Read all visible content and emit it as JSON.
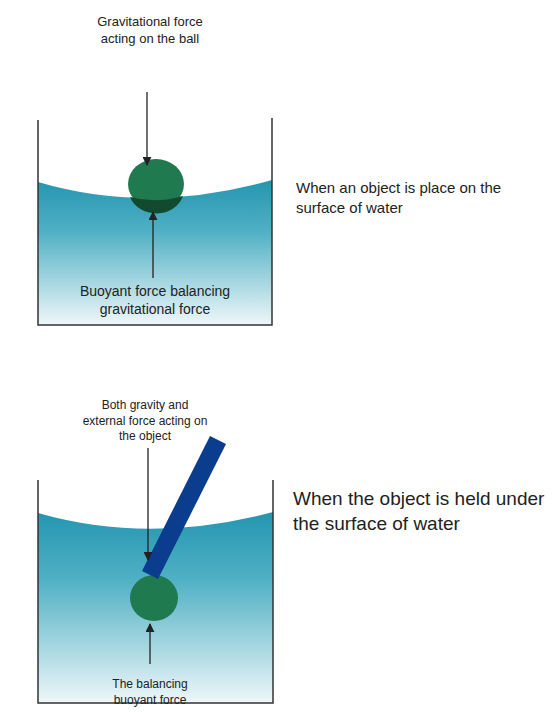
{
  "diagram": {
    "labels": [
      "Gravitational force acting on the ball",
      "When an object is place on the surface of water",
      "Buoyant force balancing gravitational force",
      "Both gravity and external force acting on the object",
      "When the object is held under the surface of water",
      "The balancing buoyant force"
    ]
  }
}
